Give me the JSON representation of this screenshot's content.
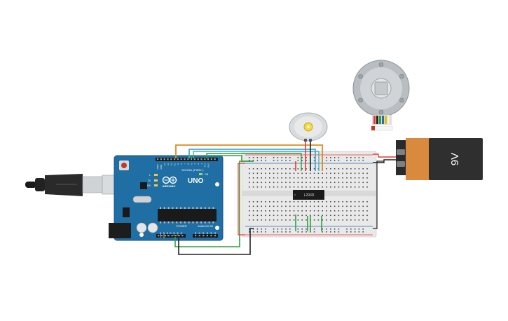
{
  "arduino": {
    "brand": "ARDUINO",
    "model": "UNO",
    "digital_label": "DIGITAL (PWM~)",
    "power_label": "POWER",
    "analog_label": "ANALOG IN",
    "aref_label": "AREF",
    "gnd_label": "GND",
    "tx_label": "TX",
    "rx_label": "RX",
    "l_label": "L",
    "on_label": "ON",
    "digital_pin_labels": [
      "13",
      "12",
      "~11",
      "~10",
      "~9",
      "8",
      "7",
      "~6",
      "~5",
      "4",
      "~3",
      "2",
      "TX 1",
      "RX 0"
    ],
    "power_pin_labels": [
      "IOREF",
      "RESET",
      "3.3V",
      "5V",
      "GND",
      "GND",
      "Vin"
    ],
    "analog_pin_labels": [
      "A0",
      "A1",
      "A2",
      "A3",
      "A4",
      "A5"
    ]
  },
  "ic": {
    "label": "L293D"
  },
  "battery": {
    "label": "9V"
  },
  "colors": {
    "board": "#1f6fa5",
    "board_dark": "#175684",
    "wire_orange": "#e08a1c",
    "wire_green": "#2ea043",
    "wire_red": "#e53935",
    "wire_black": "#222222",
    "wire_teal": "#4aa8c8",
    "wire_yellow": "#e6c200",
    "breadboard": "#e9e9e9",
    "battery_body": "#2f2f2f",
    "battery_label": "#d98a3c"
  }
}
